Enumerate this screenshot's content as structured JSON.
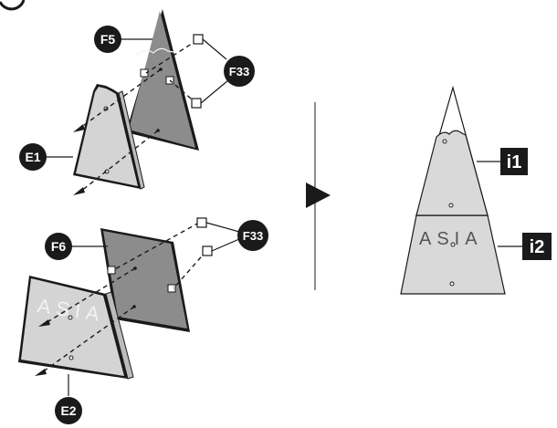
{
  "labels": {
    "f5": "F5",
    "f33_top": "F33",
    "e1": "E1",
    "f6": "F6",
    "f33_bottom": "F33",
    "e2": "E2",
    "i1": "i1",
    "i2": "i2"
  },
  "panel_text": {
    "e2_print": "ASIA",
    "result_print": "ASIA"
  },
  "colors": {
    "outline": "#1a1a1a",
    "dark_panel": "#8c8c8c",
    "light_panel": "#d4d4d4",
    "result_fill": "#d9d9d9",
    "callout_bg": "#1a1a1a",
    "asia_light": "#f2f2f2",
    "asia_dark": "#555555"
  },
  "icons": {
    "arrow": "right-triangle-arrow"
  }
}
